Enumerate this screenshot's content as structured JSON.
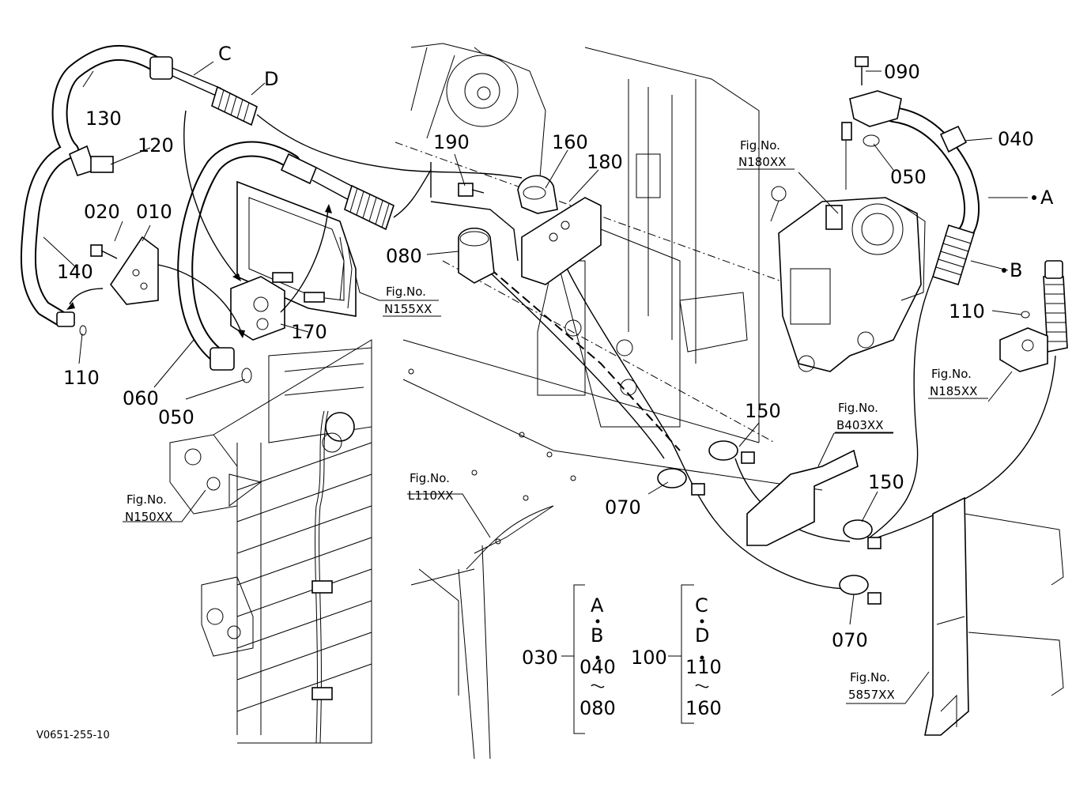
{
  "diagram": {
    "code": "V0651-255-10",
    "part_labels": {
      "c": "C",
      "d": "D",
      "a": "A",
      "b": "B",
      "p130": "130",
      "p120": "120",
      "p020": "020",
      "p010": "010",
      "p140": "140",
      "p110_left": "110",
      "p060": "060",
      "p050_left": "050",
      "p170": "170",
      "p190": "190",
      "p160": "160",
      "p180": "180",
      "p080": "080",
      "p090": "090",
      "p040": "040",
      "p050_right": "050",
      "p110_right": "110",
      "p150_top": "150",
      "p150_bottom": "150",
      "p070_left": "070",
      "p070_bottom": "070"
    },
    "fig_refs": {
      "n180": {
        "title": "Fig.No.",
        "code": "N180XX"
      },
      "n155": {
        "title": "Fig.No.",
        "code": "N155XX"
      },
      "n185": {
        "title": "Fig.No.",
        "code": "N185XX"
      },
      "b403": {
        "title": "Fig.No.",
        "code": "B403XX"
      },
      "l110": {
        "title": "Fig.No.",
        "code": "L110XX"
      },
      "n150": {
        "title": "Fig.No.",
        "code": "N150XX"
      },
      "s5857": {
        "title": "Fig.No.",
        "code": "5857XX"
      }
    },
    "kits": [
      {
        "number": "030",
        "items": [
          "A",
          "B",
          "040",
          "080"
        ]
      },
      {
        "number": "100",
        "items": [
          "C",
          "D",
          "110",
          "160"
        ]
      }
    ]
  }
}
